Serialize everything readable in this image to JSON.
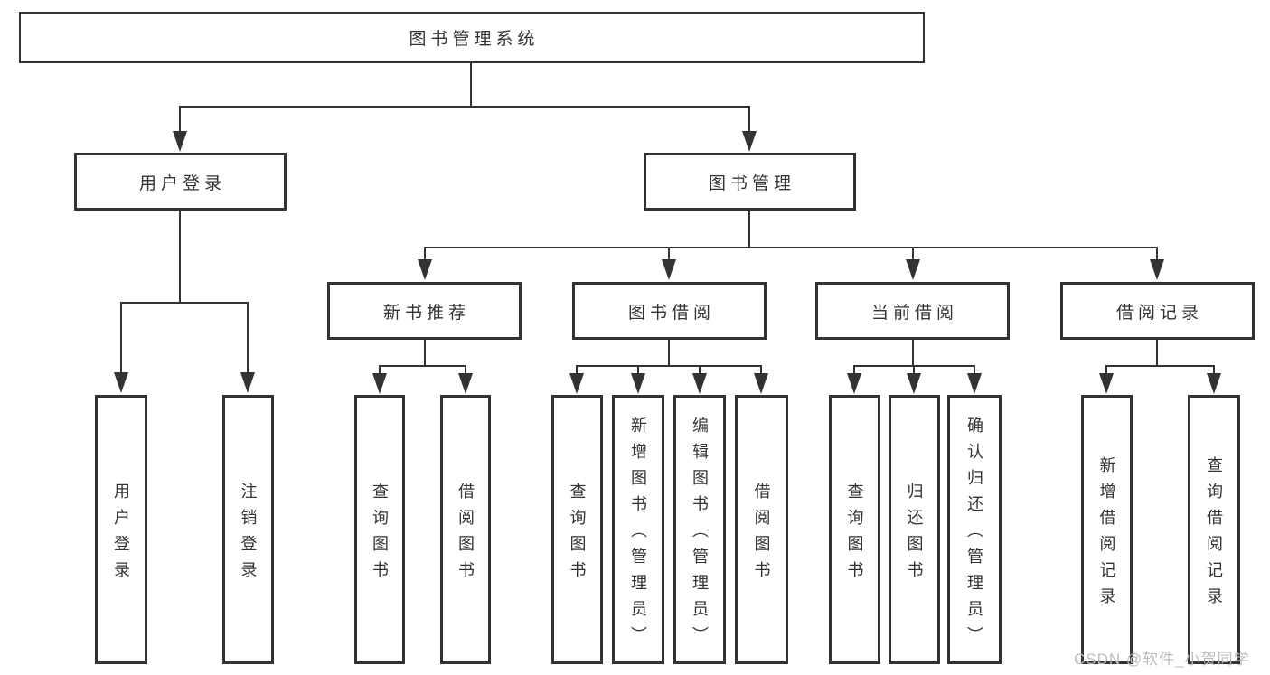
{
  "diagram": {
    "title_node": {
      "label": "图书管理系统"
    },
    "level2": [
      {
        "label": "用户登录"
      },
      {
        "label": "图书管理"
      }
    ],
    "level3": [
      {
        "label": "新书推荐"
      },
      {
        "label": "图书借阅"
      },
      {
        "label": "当前借阅"
      },
      {
        "label": "借阅记录"
      }
    ],
    "leaves": {
      "user_login": [
        "用户登录",
        "注销登录"
      ],
      "new_book_recommend": [
        "查询图书",
        "借阅图书"
      ],
      "book_borrow": [
        "查询图书",
        "新增图书（管理员）",
        "编辑图书（管理员）",
        "借阅图书"
      ],
      "current_borrow": [
        "查询图书",
        "归还图书",
        "确认归还（管理员）"
      ],
      "borrow_records": [
        "新增借阅记录",
        "查询借阅记录"
      ]
    }
  },
  "watermark": {
    "text": "CSDN @软件_小贺同学"
  },
  "colors": {
    "line": "#333333",
    "text": "#333333",
    "background": "#ffffff",
    "watermark": "#bcbcbc"
  }
}
